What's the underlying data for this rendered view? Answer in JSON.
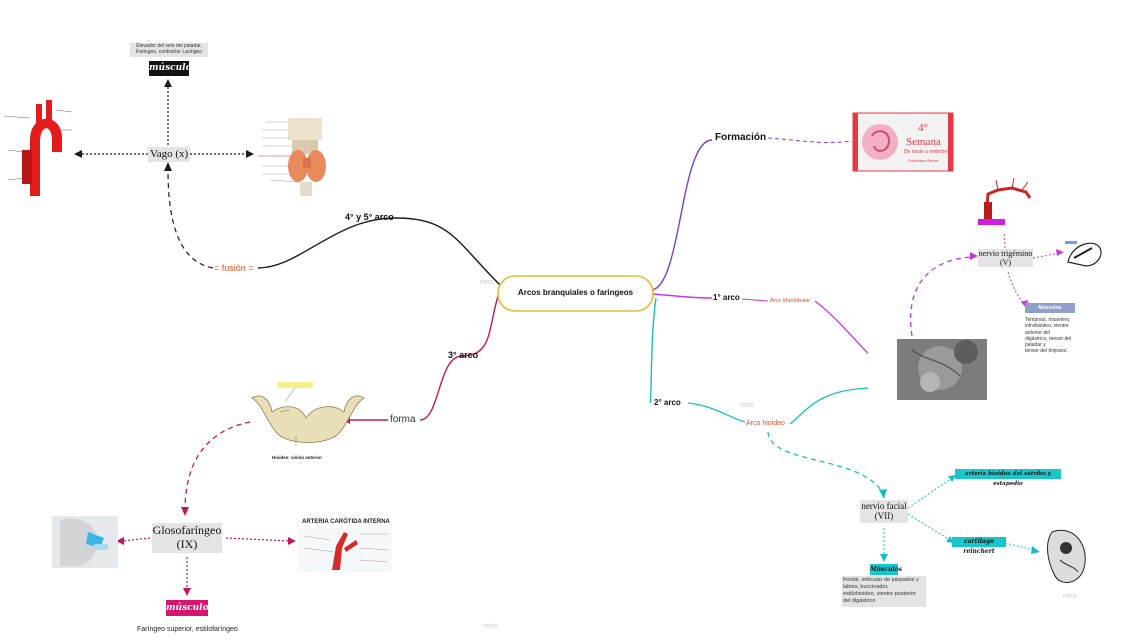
{
  "colors": {
    "central_border": "#e8b83a",
    "arc45": "#1a1a1a",
    "arc3": "#c2185b",
    "arc1": "#c23ad6",
    "arc2": "#17bfc4",
    "formacion": "#7b3fd0",
    "orange_text": "#d2532a",
    "black_tag": "#111111",
    "pink_tag": "#d6156e",
    "cyan_tag": "#19c6cc",
    "mag_tag": "#d21ee0",
    "blue_tag": "#8f9fc9"
  },
  "central": {
    "title": "Arcos branquiales o faringeos"
  },
  "branches": {
    "arc45": "4° y 5° arco",
    "fusion": "= fusión =",
    "vago": "Vago (x)",
    "vago_note": [
      "Elevador del velo del paladar,",
      "Faríngeo, contractor Laríngeo"
    ],
    "vago_tag": "músculos",
    "arc3": "3° arco",
    "forma": "forma",
    "glosofaringeo": [
      "Glosofaríngeo",
      "(IX)"
    ],
    "glosofaringeo_tag": "músculos",
    "glosofaringeo_note": "Faríngeo superior, estilofaríngeo",
    "carotida_title": "ARTERIA CARÓTIDA INTERNA",
    "hioides_title": "Hioides: visión anterior",
    "formacion": "Formación",
    "arc1": "1° arco",
    "arco_mandibular": "Arco Mandibular",
    "trigemino": [
      "nervio trigémino",
      "(V)"
    ],
    "trigemino_note": [
      "Temporal, masetero,",
      "infrahioideo, vientre anterior del",
      "digástrico, tensor del paladar y",
      "tensor del tímpano."
    ],
    "trigemino_tag": "Músculos",
    "arc2": "2° arco",
    "arco_hioideo": "Arco hioideo",
    "facial": [
      "nervio facial",
      "(VII)"
    ],
    "facial_tag": "Músculos",
    "facial_note": [
      "frontal, orbicular de párpados y",
      "labios, buccinador,",
      "estilohioideo, vientre posterior",
      "del digástrico"
    ],
    "arteria_hioidea": "arteria hioidea del estribo y estapedio",
    "cartilago": "cartílago reinchert",
    "semana": {
      "num": "4°",
      "word": "Semana",
      "sub": "De óvulo a embrión",
      "brand": "Embarazo Bebés"
    }
  },
  "watermarks": [
    "miro",
    "miro",
    "miro",
    "miro"
  ]
}
